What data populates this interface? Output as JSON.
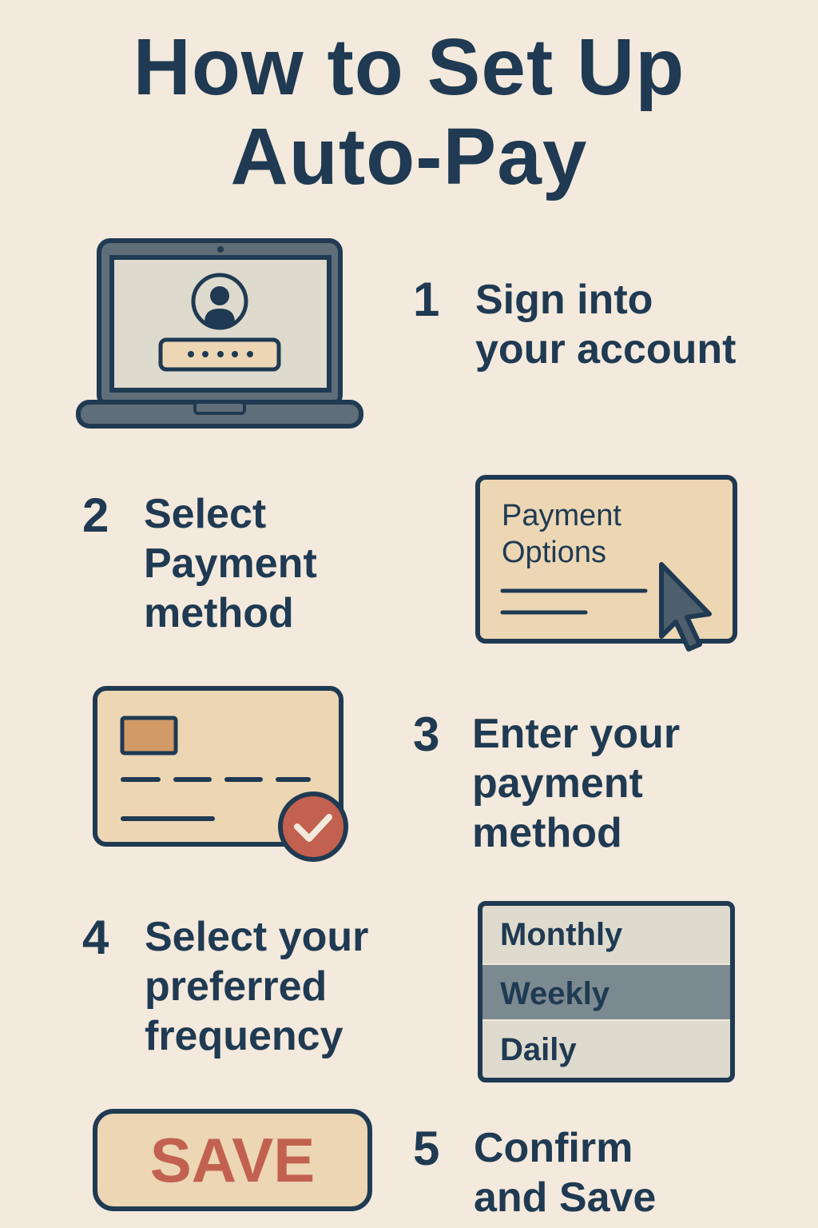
{
  "title": {
    "line1": "How to Set Up",
    "line2": "Auto-Pay"
  },
  "colors": {
    "background": "#f3e9dc",
    "navy": "#1f3a52",
    "tan": "#ecd6b4",
    "accent_red": "#c2614f",
    "selected_row": "#7b8a90"
  },
  "steps": [
    {
      "number": "1",
      "lines": [
        "Sign into",
        "your account"
      ],
      "icon": "laptop-login-icon"
    },
    {
      "number": "2",
      "lines": [
        "Select",
        "Payment",
        "method"
      ],
      "icon": "payment-options-panel"
    },
    {
      "number": "3",
      "lines": [
        "Enter your",
        "payment",
        "method"
      ],
      "icon": "credit-card-check-icon"
    },
    {
      "number": "4",
      "lines": [
        "Select your",
        "preferred",
        "frequency"
      ],
      "icon": "frequency-list"
    },
    {
      "number": "5",
      "lines": [
        "Confirm",
        "and Save"
      ],
      "icon": "save-button"
    }
  ],
  "payment_panel": {
    "line1": "Payment",
    "line2": "Options"
  },
  "frequency": {
    "options": [
      "Monthly",
      "Weekly",
      "Daily"
    ],
    "selected": "Weekly"
  },
  "save_button": {
    "label": "SAVE"
  }
}
